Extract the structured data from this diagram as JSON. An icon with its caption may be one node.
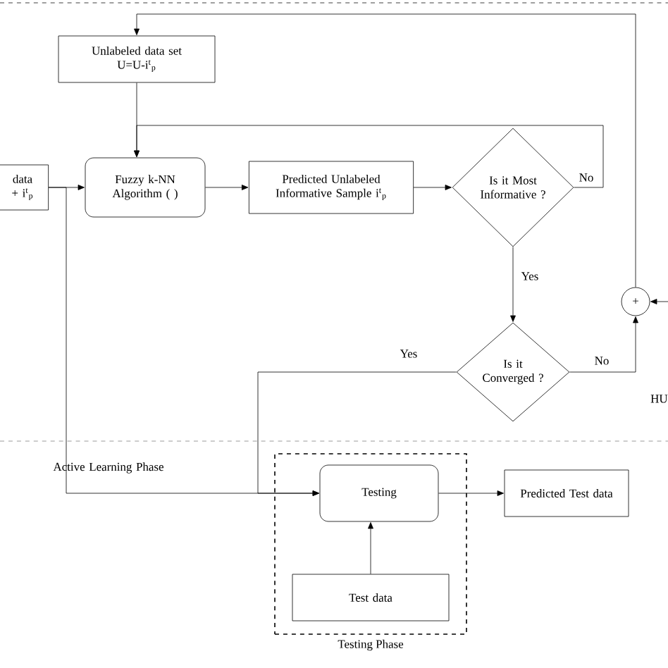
{
  "diagram": {
    "nodes": [
      {
        "text": [
          "Unlabeled data set",
          "U=U-i$^{t}$$_{p}$"
        ]
      },
      {
        "text": [
          "data",
          "+ i$^{t}$$_{p}$"
        ]
      },
      {
        "text": [
          "Fuzzy k-NN Algorithm ( )"
        ]
      },
      {
        "text": [
          "Predicted Unlabeled Informative Sample i$^{t}$$_{p}$"
        ]
      },
      {
        "text": [
          "Is it Most Informative ?"
        ]
      },
      {
        "text": [
          "Is it Converged ?"
        ]
      },
      {
        "text": [
          "+"
        ]
      },
      {
        "text": [
          "Testing Phase"
        ]
      },
      {
        "text": [
          "Testing"
        ],
        "in": 7
      },
      {
        "text": [
          "Test data"
        ],
        "in": 7
      },
      {
        "text": [
          "Predicted Test data"
        ]
      }
    ],
    "edges": [
      {
        "from": 0,
        "to": 2,
        "arrow": "to"
      },
      {
        "from": 1,
        "to": 2,
        "arrow": "to"
      },
      {
        "from": 2,
        "to": 3,
        "arrow": "to"
      },
      {
        "from": 3,
        "to": 4,
        "arrow": "to"
      },
      {
        "from": 4,
        "to": 2,
        "arrow": "to",
        "label": "No"
      },
      {
        "from": 4,
        "to": 5,
        "arrow": "to",
        "label": "Yes"
      },
      {
        "from": 5,
        "to": 6,
        "arrow": "to",
        "label": "No"
      },
      {
        "from": null,
        "to": 6,
        "arrow": "to"
      },
      {
        "from": 6,
        "to": 0,
        "arrow": "to"
      },
      {
        "from": 5,
        "to": 8,
        "arrow": "to",
        "label": "Yes"
      },
      {
        "from": 1,
        "to": 8,
        "arrow": "to"
      },
      {
        "from": 9,
        "to": 8,
        "arrow": "to"
      },
      {
        "from": 8,
        "to": 10,
        "arrow": "to"
      }
    ],
    "labels": [
      "Active Learning Phase",
      "HU"
    ]
  }
}
